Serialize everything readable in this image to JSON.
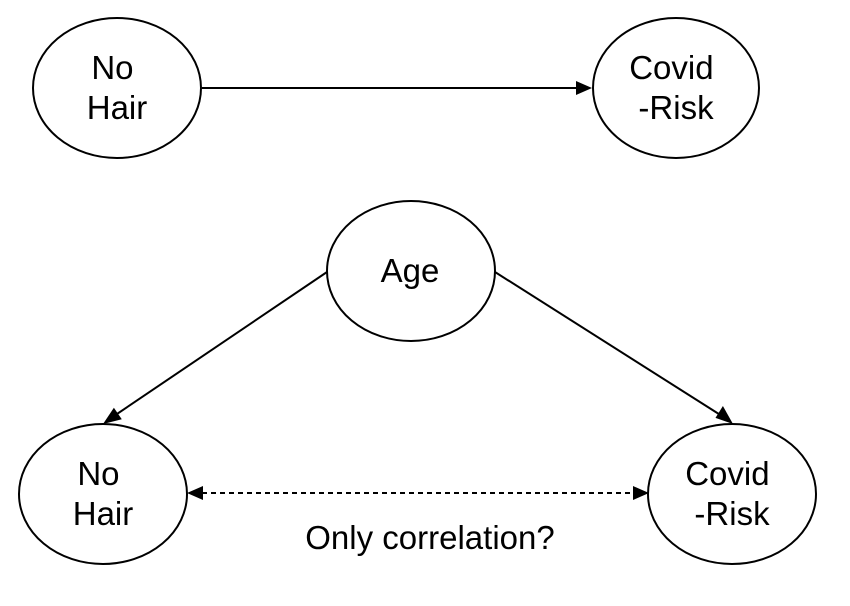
{
  "diagram_top": {
    "nodes": {
      "no_hair": {
        "line1": "No",
        "line2": "Hair"
      },
      "covid_risk": {
        "line1": "Covid",
        "line2": "-Risk"
      }
    },
    "edges": [
      {
        "from": "No Hair",
        "to": "Covid-Risk",
        "style": "solid",
        "direction": "forward"
      }
    ]
  },
  "diagram_bottom": {
    "nodes": {
      "age": {
        "line1": "Age"
      },
      "no_hair": {
        "line1": "No",
        "line2": "Hair"
      },
      "covid_risk": {
        "line1": "Covid",
        "line2": "-Risk"
      }
    },
    "edges": [
      {
        "from": "Age",
        "to": "No Hair",
        "style": "solid",
        "direction": "forward"
      },
      {
        "from": "Age",
        "to": "Covid-Risk",
        "style": "solid",
        "direction": "forward"
      },
      {
        "from": "No Hair",
        "to": "Covid-Risk",
        "style": "dashed",
        "direction": "both"
      }
    ],
    "correlation_label": "Only correlation?"
  },
  "colors": {
    "stroke": "#000000",
    "fill": "#ffffff",
    "text": "#000000"
  }
}
